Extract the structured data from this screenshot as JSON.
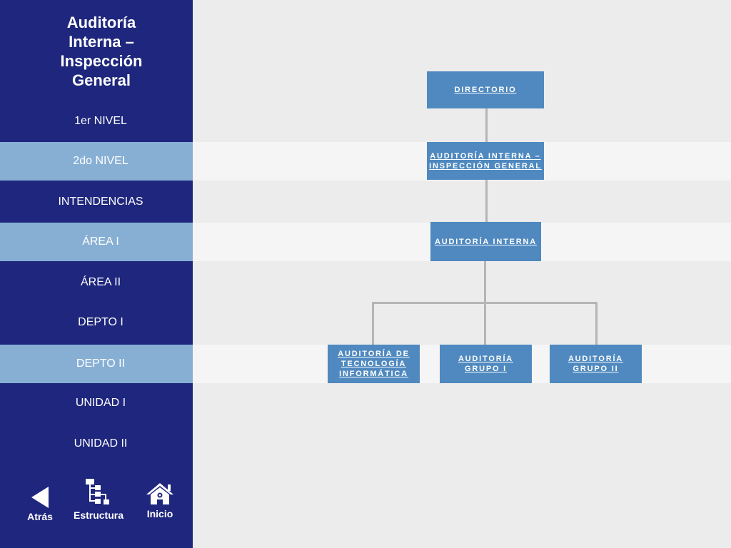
{
  "sidebar": {
    "title_lines": [
      "Auditoría",
      "Interna –",
      "Inspección",
      "General"
    ],
    "levels": [
      {
        "label": "1er NIVEL"
      },
      {
        "label": "2do NIVEL"
      },
      {
        "label": "INTENDENCIAS"
      },
      {
        "label": "ÁREA I"
      },
      {
        "label": "ÁREA II"
      },
      {
        "label": "DEPTO I"
      },
      {
        "label": "DEPTO II"
      },
      {
        "label": "UNIDAD I"
      },
      {
        "label": "UNIDAD II"
      }
    ],
    "nav": {
      "back": "Atrás",
      "structure": "Estructura",
      "home": "Inicio"
    }
  },
  "org": {
    "directorio": "DIRECTORIO",
    "ai_ig": [
      "AUDITORÍA INTERNA –",
      " INSPECCIÓN GENERAL"
    ],
    "ai": "AUDITORÍA INTERNA",
    "children": [
      {
        "lines": [
          "AUDITORÍA DE",
          "TECNOLOGÍA",
          "INFORMÁTICA"
        ]
      },
      {
        "lines": [
          "AUDITORÍA",
          "GRUPO I"
        ]
      },
      {
        "lines": [
          "AUDITORÍA",
          "GRUPO II"
        ]
      }
    ]
  },
  "colors": {
    "sidebar": "#1e267d",
    "highlight": "#87afd4",
    "box": "#4f89bf",
    "background": "#ececec"
  }
}
